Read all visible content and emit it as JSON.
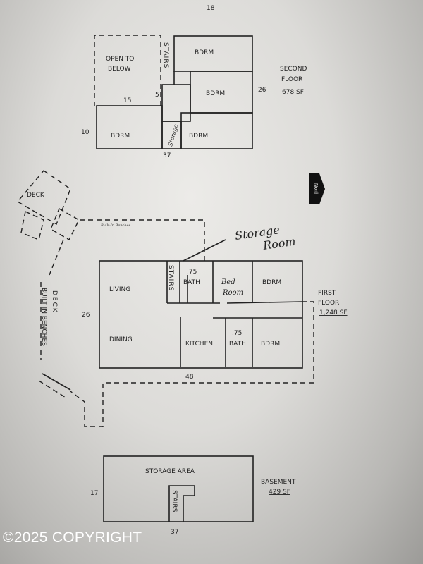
{
  "second_floor": {
    "title": "SECOND",
    "title2": "FLOOR",
    "area": "678 SF",
    "rooms": [
      "OPEN TO",
      "BELOW",
      "STAIRS",
      "BDRM",
      "BDRM",
      "BDRM",
      "BDRM",
      "Storage"
    ],
    "dims": {
      "top": "18",
      "right": "26",
      "left_top": "15",
      "mid": "5",
      "bottom": "37",
      "left": "10"
    }
  },
  "first_floor": {
    "title": "FIRST",
    "title2": "FLOOR",
    "area": "1,248 SF",
    "rooms": {
      "living": "LIVING",
      "dining": "DINING",
      "kitchen": "KITCHEN",
      "stairs": "STAIRS",
      "bath1": ".75",
      "bath1b": "BATH",
      "bed1": "Bed",
      "bed1b": "Room",
      "bdrm1": "BDRM",
      "bath2": ".75",
      "bath2b": "BATH",
      "bdrm2": "BDRM"
    },
    "annotations": {
      "storage": "Storage",
      "storage2": "Room",
      "deck_top": "DECK",
      "deck_side": "DECK",
      "benches_top": "Built-In Benches",
      "benches_side": "BUILT IN BENCHES"
    },
    "dims": {
      "left": "26",
      "bottom": "48"
    }
  },
  "north_label": "North",
  "basement": {
    "title": "BASEMENT",
    "area": "429 SF",
    "room": "STORAGE AREA",
    "stairs": "STAIRS",
    "dims": {
      "left": "17",
      "bottom": "37"
    }
  },
  "watermark": "©2025 COPYRIGHT"
}
